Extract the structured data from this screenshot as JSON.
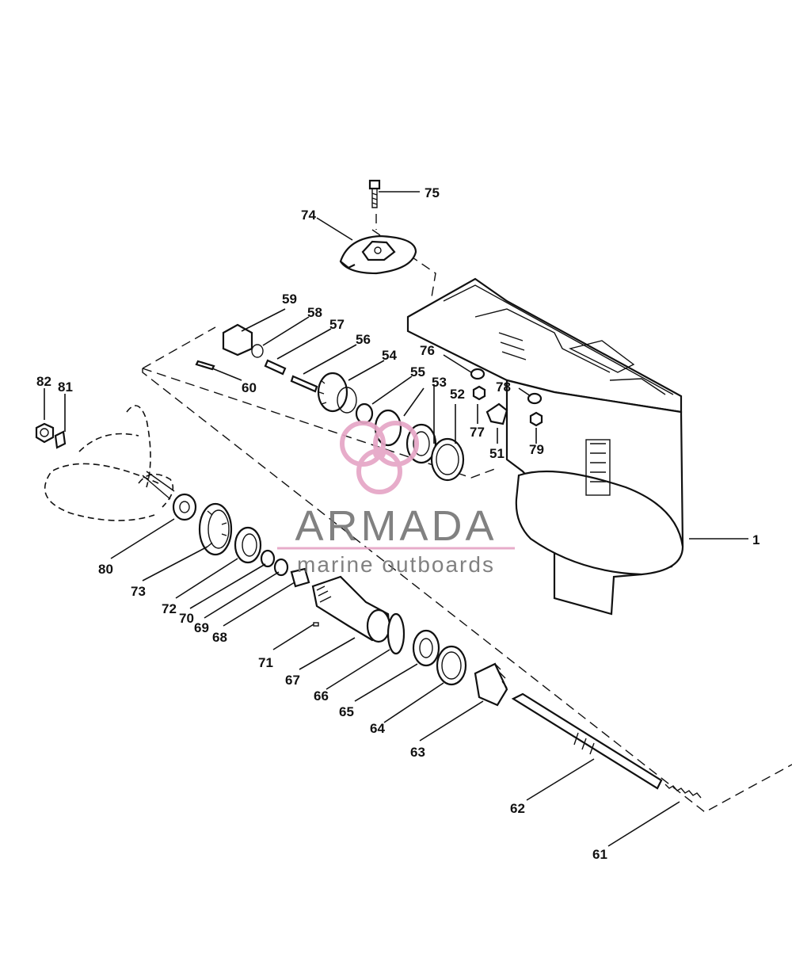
{
  "callouts": [
    {
      "id": "1",
      "label": "1"
    },
    {
      "id": "51",
      "label": "51"
    },
    {
      "id": "52",
      "label": "52"
    },
    {
      "id": "53",
      "label": "53"
    },
    {
      "id": "54",
      "label": "54"
    },
    {
      "id": "55",
      "label": "55"
    },
    {
      "id": "56",
      "label": "56"
    },
    {
      "id": "57",
      "label": "57"
    },
    {
      "id": "58",
      "label": "58"
    },
    {
      "id": "59",
      "label": "59"
    },
    {
      "id": "60",
      "label": "60"
    },
    {
      "id": "61",
      "label": "61"
    },
    {
      "id": "62",
      "label": "62"
    },
    {
      "id": "63",
      "label": "63"
    },
    {
      "id": "64",
      "label": "64"
    },
    {
      "id": "65",
      "label": "65"
    },
    {
      "id": "66",
      "label": "66"
    },
    {
      "id": "67",
      "label": "67"
    },
    {
      "id": "68",
      "label": "68"
    },
    {
      "id": "69",
      "label": "69"
    },
    {
      "id": "70",
      "label": "70"
    },
    {
      "id": "71",
      "label": "71"
    },
    {
      "id": "72",
      "label": "72"
    },
    {
      "id": "73",
      "label": "73"
    },
    {
      "id": "74",
      "label": "74"
    },
    {
      "id": "75",
      "label": "75"
    },
    {
      "id": "76",
      "label": "76"
    },
    {
      "id": "77",
      "label": "77"
    },
    {
      "id": "78",
      "label": "78"
    },
    {
      "id": "79",
      "label": "79"
    },
    {
      "id": "80",
      "label": "80"
    },
    {
      "id": "81",
      "label": "81"
    },
    {
      "id": "82",
      "label": "82"
    }
  ],
  "watermark": {
    "brand": "ARMADA",
    "tagline": "marine outboards",
    "brand_color": "#777777",
    "accent_color": "#e6a6c6"
  }
}
